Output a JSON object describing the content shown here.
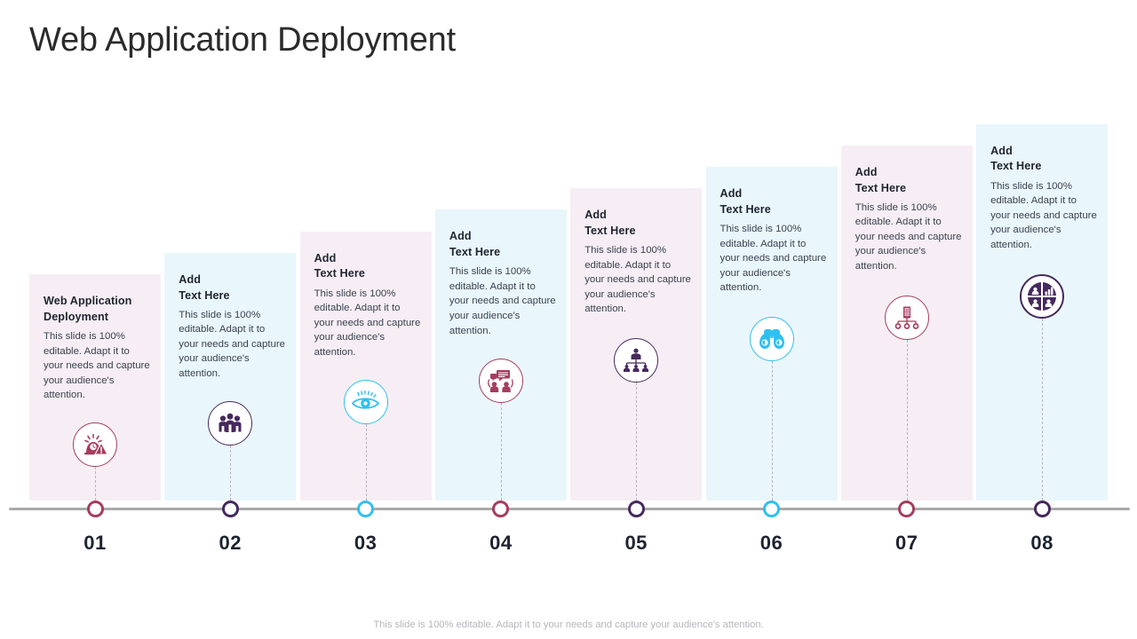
{
  "page_title": "Web Application Deployment",
  "footer_note": "This slide is 100% editable. Adapt it to your needs and capture your audience's attention.",
  "colors": {
    "crimson": "#a63d5e",
    "purple": "#46295e",
    "cyan": "#2fc0f0",
    "plum": "#6b3a68",
    "card_pink": "#f6eef4",
    "card_blue": "#e9f6fb",
    "axis": "#a9a9a9",
    "title_text": "#2b2b2b",
    "footer_text": "#b6b6bb"
  },
  "body_text": "This slide is 100% editable. Adapt it to your needs and capture your audience's attention.",
  "steps": [
    {
      "number": "01",
      "heading": "Web Application Deployment",
      "body": "This slide is 100% editable. Adapt it to your needs and capture your audience's attention.",
      "icon": "alarm-warning-icon",
      "icon_color": "crimson",
      "marker_color": "crimson",
      "card_color": "card_pink"
    },
    {
      "number": "02",
      "heading": "Add\nText Here",
      "body": "This slide is 100% editable. Adapt it to your needs and capture your audience's attention.",
      "icon": "team-people-icon",
      "icon_color": "purple",
      "marker_color": "purple",
      "card_color": "card_blue"
    },
    {
      "number": "03",
      "heading": "Add\nText Here",
      "body": "This slide is 100% editable. Adapt it to your needs and capture your audience's attention.",
      "icon": "eye-vision-icon",
      "icon_color": "cyan",
      "marker_color": "cyan",
      "card_color": "card_pink"
    },
    {
      "number": "04",
      "heading": "Add\nText Here",
      "body": "This slide is 100% editable. Adapt it to your needs and capture your audience's attention.",
      "icon": "discussion-chat-icon",
      "icon_color": "crimson",
      "marker_color": "crimson",
      "card_color": "card_blue"
    },
    {
      "number": "05",
      "heading": "Add\nText Here",
      "body": "This slide is 100% editable. Adapt it to your needs and capture your audience's attention.",
      "icon": "org-chart-icon",
      "icon_color": "purple",
      "marker_color": "purple",
      "card_color": "card_pink"
    },
    {
      "number": "06",
      "heading": "Add\nText Here",
      "body": "This slide is 100% editable. Adapt it to your needs and capture your audience's attention.",
      "icon": "binoculars-icon",
      "icon_color": "cyan",
      "marker_color": "cyan",
      "card_color": "card_blue"
    },
    {
      "number": "07",
      "heading": "Add\n Text Here",
      "body": "This slide is 100% editable. Adapt it to your needs and capture your audience's attention.",
      "icon": "building-hierarchy-icon",
      "icon_color": "crimson",
      "marker_color": "crimson",
      "card_color": "card_pink"
    },
    {
      "number": "08",
      "heading": "Add\nText Here",
      "body": "This slide is 100% editable. Adapt it to your needs and capture your audience's attention.",
      "icon": "team-quadrant-chart-icon",
      "icon_color": "purple",
      "marker_color": "purple",
      "card_color": "card_blue"
    }
  ]
}
